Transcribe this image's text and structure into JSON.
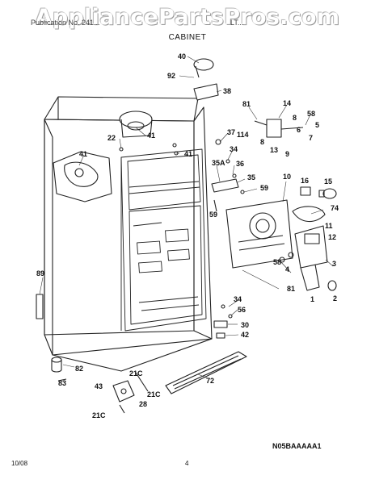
{
  "watermark": "AppliancePartsPros.com",
  "header": {
    "left_text": "Publication No. 241...",
    "right_text": "LT...",
    "section_title": "CABINET"
  },
  "callouts": [
    "40",
    "92",
    "38",
    "81",
    "14",
    "58",
    "5",
    "8",
    "8",
    "6",
    "13",
    "9",
    "7",
    "37",
    "114",
    "36",
    "35",
    "35A",
    "34",
    "22",
    "41",
    "41",
    "41",
    "10",
    "15",
    "16",
    "74",
    "59",
    "59",
    "11",
    "12",
    "3",
    "2",
    "1",
    "4",
    "58",
    "89",
    "81",
    "34",
    "56",
    "30",
    "42",
    "82",
    "83",
    "43",
    "21C",
    "28",
    "21C",
    "72"
  ],
  "diagram_code": "N05BAAAAA1",
  "footer": {
    "date": "10/08",
    "page": "4"
  }
}
